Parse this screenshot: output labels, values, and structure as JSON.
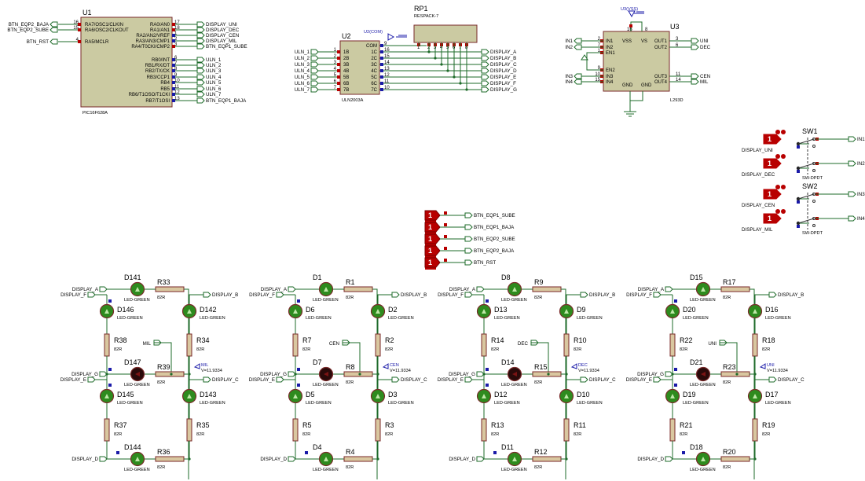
{
  "u1": {
    "ref": "U1",
    "part": "PIC16F628A",
    "left_nets": [
      "BTN_EQP2_BAJA",
      "BTN_EQP2_SUBE",
      "BTN_RST"
    ],
    "left_pins": [
      "16",
      "15",
      "4"
    ],
    "left_labels": [
      "RA7/OSC1/CLKIN",
      "RA6/OSC2/CLKOUT",
      "RA5/MCLR"
    ],
    "right_labels": [
      "RA0/AN0",
      "RA1/AN1",
      "RA2/AN2/VREF",
      "RA3/AN3/CMP1",
      "RA4/T0CKI/CMP2",
      "RB0/INT",
      "RB1/RX/DT",
      "RB2/TX/CK",
      "RB3/CCP1",
      "RB4",
      "RB5",
      "RB6/T1OSO/T1CKI",
      "RB7/T1OSI"
    ],
    "right_pins": [
      "17",
      "18",
      "1",
      "2",
      "3",
      "6",
      "7",
      "8",
      "9",
      "10",
      "11",
      "12",
      "13"
    ],
    "right_nets": [
      "DISPLAY_UNI",
      "DISPLAY_DEC",
      "DISPLAY_CEN",
      "DISPLAY_MIL",
      "BTN_EQP1_SUBE",
      "ULN_1",
      "ULN_2",
      "ULN_3",
      "ULN_4",
      "ULN_5",
      "ULN_6",
      "ULN_7",
      "BTN_EQP1_BAJA"
    ]
  },
  "u2": {
    "ref": "U2",
    "part": "ULN2003A",
    "power_label": "U2(COM)",
    "in_nets": [
      "ULN_1",
      "ULN_2",
      "ULN_3",
      "ULN_4",
      "ULN_5",
      "ULN_6",
      "ULN_7"
    ],
    "in_pins": [
      "1",
      "2",
      "3",
      "4",
      "5",
      "6",
      "7"
    ],
    "in_labels": [
      "1B",
      "2B",
      "3B",
      "4B",
      "5B",
      "6B",
      "7B"
    ],
    "out_labels": [
      "COM",
      "1C",
      "2C",
      "3C",
      "4C",
      "5C",
      "6C",
      "7C"
    ],
    "out_pins": [
      "9",
      "16",
      "15",
      "14",
      "13",
      "12",
      "11",
      "10"
    ]
  },
  "rp1": {
    "ref": "RP1",
    "part": "RESPACK-7",
    "pins": [
      "1",
      "2",
      "3",
      "4",
      "5",
      "6",
      "7",
      "8"
    ],
    "out_nets": [
      "DISPLAY_A",
      "DISPLAY_B",
      "DISPLAY_C",
      "DISPLAY_D",
      "DISPLAY_E",
      "DISPLAY_F",
      "DISPLAY_G"
    ]
  },
  "u3": {
    "ref": "U3",
    "part": "L293D",
    "power_label": "U3(VSS)",
    "top_pins": [
      "16",
      "8"
    ],
    "left_labels": [
      "IN1",
      "IN2",
      "EN1",
      "EN2",
      "IN3",
      "IN4"
    ],
    "left_pins": [
      "2",
      "7",
      "1",
      "9",
      "10",
      "15"
    ],
    "in_nets": [
      "IN1",
      "IN2",
      "IN3",
      "IN4"
    ],
    "center_labels": [
      "VSS",
      "VS",
      "GND",
      "GND"
    ],
    "right_labels": [
      "OUT1",
      "OUT2",
      "OUT3",
      "OUT4"
    ],
    "right_pins": [
      "3",
      "6",
      "11",
      "14"
    ],
    "out_nets": [
      "UNI",
      "DEC",
      "CEN",
      "MIL"
    ]
  },
  "switches": [
    {
      "ref": "SW1",
      "part": "SW-DPDT",
      "nets_in": [
        "DISPLAY_UNI",
        "DISPLAY_DEC"
      ],
      "nets_out": [
        "IN1",
        "IN2"
      ]
    },
    {
      "ref": "SW2",
      "part": "SW-DPDT",
      "nets_in": [
        "DISPLAY_CEN",
        "DISPLAY_MIL"
      ],
      "nets_out": [
        "IN3",
        "IN4"
      ]
    }
  ],
  "logic_states": {
    "state": "1",
    "nets": [
      "BTN_EQP1_SUBE",
      "BTN_EQP1_BAJA",
      "BTN_EQP2_SUBE",
      "BTN_EQP2_BAJA",
      "BTN_RST"
    ]
  },
  "display_nets": {
    "a": "DISPLAY_A",
    "b": "DISPLAY_B",
    "c": "DISPLAY_C",
    "d": "DISPLAY_D",
    "e": "DISPLAY_E",
    "f": "DISPLAY_F",
    "g": "DISPLAY_G"
  },
  "led_part": "LED-GREEN",
  "res_value": "82R",
  "digits": [
    {
      "common": "MIL",
      "voltage": "V=11.9334",
      "leds": [
        "D141",
        "D142",
        "D143",
        "D144",
        "D145",
        "D146",
        "D147"
      ],
      "resistors": [
        "R33",
        "R34",
        "R35",
        "R36",
        "R37",
        "R38",
        "R39"
      ]
    },
    {
      "common": "CEN",
      "voltage": "V=11.9334",
      "leds": [
        "D1",
        "D2",
        "D3",
        "D4",
        "D5",
        "D6",
        "D7"
      ],
      "resistors": [
        "R1",
        "R2",
        "R3",
        "R4",
        "R5",
        "R7",
        "R8"
      ]
    },
    {
      "common": "DEC",
      "voltage": "V=11.9334",
      "leds": [
        "D8",
        "D9",
        "D10",
        "D11",
        "D12",
        "D13",
        "D14"
      ],
      "resistors": [
        "R9",
        "R10",
        "R11",
        "R12",
        "R13",
        "R14",
        "R15"
      ]
    },
    {
      "common": "UNI",
      "voltage": "V=11.9334",
      "leds": [
        "D15",
        "D16",
        "D17",
        "D18",
        "D19",
        "D20",
        "D21"
      ],
      "resistors": [
        "R17",
        "R18",
        "R19",
        "R20",
        "R21",
        "R22",
        "R23"
      ]
    }
  ],
  "colors": {
    "wire": "#1e6b2a",
    "body": "#cbcaa2",
    "led_on": "#2e8b1e",
    "led_off": "#2a0a0a",
    "logic": "#b80000",
    "probe": "#1a1aa8"
  }
}
